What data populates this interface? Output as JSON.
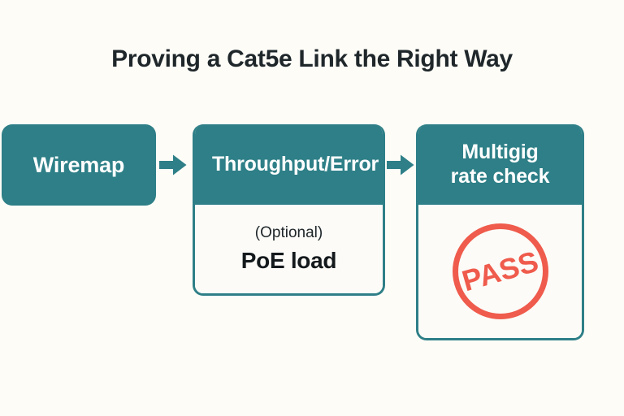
{
  "page": {
    "title": "Proving a Cat5e Link the Right Way",
    "background_color": "#fdfcf7",
    "accent_color": "#2e7f87",
    "stamp_color": "#ef5b4c",
    "title_color": "#1f272b"
  },
  "flow": {
    "steps": [
      {
        "id": "wiremap",
        "type": "solid",
        "label": "Wiremap"
      },
      {
        "id": "throughput",
        "type": "split",
        "header": "Throughput/Error",
        "body_note": "(Optional)",
        "body_label": "PoE load"
      },
      {
        "id": "multigig",
        "type": "split",
        "header_line_1": "Multigig",
        "header_line_2": "rate check",
        "stamp_label": "PASS"
      }
    ],
    "arrows": [
      {
        "id": "arrow-1",
        "name": "arrow-right-icon"
      },
      {
        "id": "arrow-2",
        "name": "arrow-right-icon"
      }
    ]
  }
}
